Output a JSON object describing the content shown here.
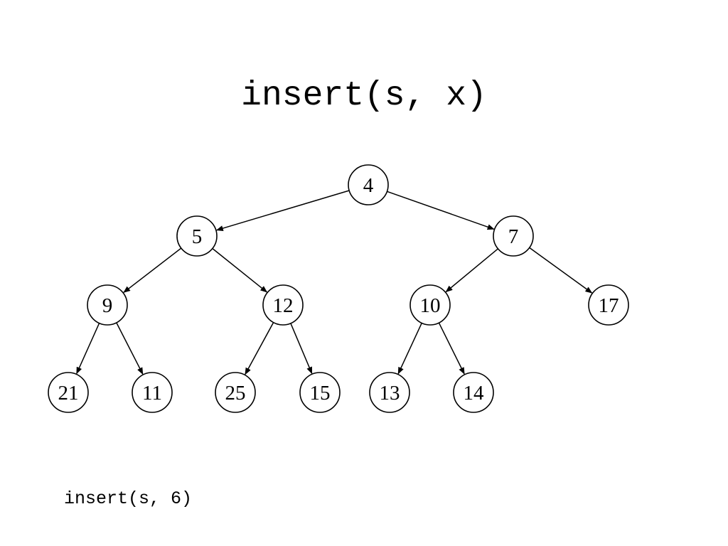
{
  "title": "insert(s, x)",
  "caption": "insert(s, 6)",
  "colors": {
    "stroke": "#000000",
    "background": "#ffffff"
  },
  "tree": {
    "nodes": [
      {
        "id": "n4",
        "label": "4"
      },
      {
        "id": "n5",
        "label": "5"
      },
      {
        "id": "n7",
        "label": "7"
      },
      {
        "id": "n9",
        "label": "9"
      },
      {
        "id": "n12",
        "label": "12"
      },
      {
        "id": "n10",
        "label": "10"
      },
      {
        "id": "n17",
        "label": "17"
      },
      {
        "id": "n21",
        "label": "21"
      },
      {
        "id": "n11",
        "label": "11"
      },
      {
        "id": "n25",
        "label": "25"
      },
      {
        "id": "n15",
        "label": "15"
      },
      {
        "id": "n13",
        "label": "13"
      },
      {
        "id": "n14",
        "label": "14"
      }
    ],
    "edges": [
      {
        "from": "n4",
        "to": "n5"
      },
      {
        "from": "n4",
        "to": "n7"
      },
      {
        "from": "n5",
        "to": "n9"
      },
      {
        "from": "n5",
        "to": "n12"
      },
      {
        "from": "n7",
        "to": "n10"
      },
      {
        "from": "n7",
        "to": "n17"
      },
      {
        "from": "n9",
        "to": "n21"
      },
      {
        "from": "n9",
        "to": "n11"
      },
      {
        "from": "n12",
        "to": "n25"
      },
      {
        "from": "n12",
        "to": "n15"
      },
      {
        "from": "n10",
        "to": "n13"
      },
      {
        "from": "n10",
        "to": "n14"
      }
    ]
  }
}
